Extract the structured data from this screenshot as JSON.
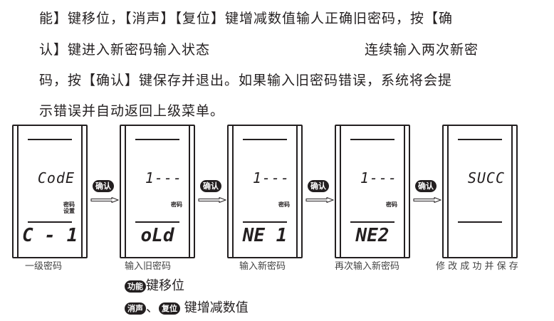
{
  "paragraph": [
    "能】键移位，【消声】【复位】键增减数值输人正确旧密码，按【确",
    "认】键进入新密码输入状态",
    "连续输入两次新密",
    "码，按【确认】键保存并退出。如果输入旧密码错误，系统将会提",
    "示错误并自动返回上级菜单。"
  ],
  "panels": [
    {
      "upper": "CodE",
      "label1": "密码",
      "label2": "设置",
      "lower": "C - 1",
      "caption": "一级密码"
    },
    {
      "upper": "1---",
      "label1": "密码",
      "label2": "",
      "lower": "oLd",
      "caption": "输入旧密码"
    },
    {
      "upper": "1---",
      "label1": "密码",
      "label2": "",
      "lower": "NE 1",
      "caption": "输入新密码"
    },
    {
      "upper": "1---",
      "label1": "密码",
      "label2": "",
      "lower": "NE2",
      "caption": "再次输入新密码"
    },
    {
      "upper": "SUCC",
      "label1": "",
      "label2": "",
      "lower": "",
      "caption": "修 改 成 功 并 保 存"
    }
  ],
  "confirm_badge": "确认",
  "notes": {
    "func_badge": "功能",
    "func_text": "键移位",
    "mute_badge": "消声",
    "sep": "、",
    "reset_badge": "复位",
    "adj_text": "键增减数值"
  }
}
